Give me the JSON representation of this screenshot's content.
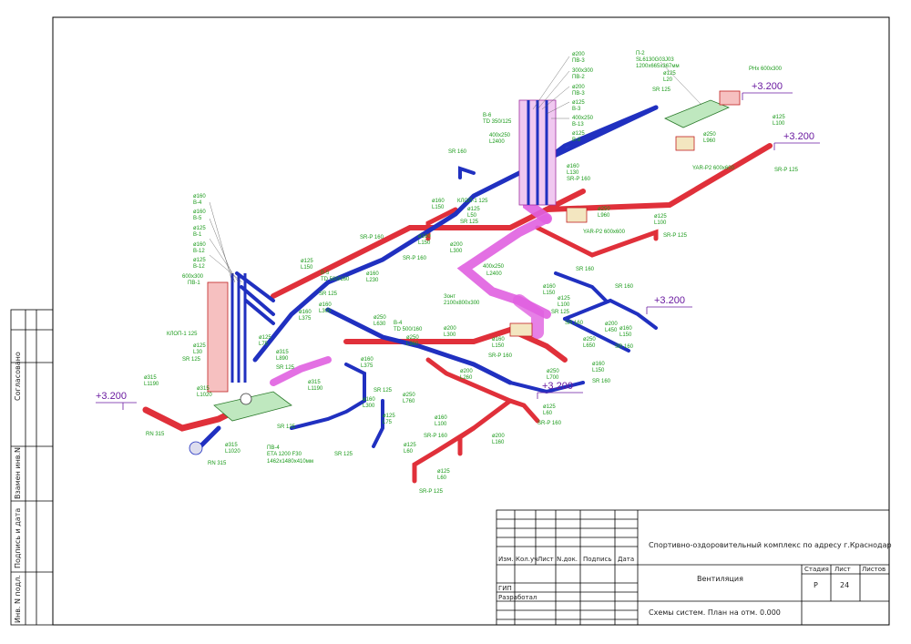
{
  "side_stamp": {
    "agreed": "Согласовано",
    "replace_inv": "Взамен инв.N",
    "sign_date": "Подпись и дата",
    "orig_inv": "Инв. N подл."
  },
  "title_block": {
    "project": "Спортивно-оздоровительный комплекс по адресу г.Краснодар",
    "sheet_name": "Вентиляция",
    "drawing": "Схемы систем. План на отм. 0.000",
    "headers": [
      "Изм.",
      "Кол.уч",
      "Лист",
      "N.док.",
      "Подпись",
      "Дата"
    ],
    "roles": [
      "ГИП",
      "Разработал"
    ],
    "stage_label": "Стадия",
    "sheet_label": "Лист",
    "sheets_label": "Листов",
    "stage": "Р",
    "sheet": "24",
    "sheets": ""
  },
  "elevations": [
    "+3.200",
    "+3.200",
    "+3.200",
    "+3.200",
    "+3.200"
  ],
  "labels": {
    "p2": "П-2",
    "p2_model": "SL6130G03J03",
    "p2_size": "1200x665x367мм",
    "rnx": "PHx 600x300",
    "v6": "B-6",
    "v6_td": "TD 350/125",
    "d200_top": "ø200",
    "pv3_top": "ПВ-3",
    "s300": "300x300",
    "pv2": "ПВ-2",
    "d200_b": "ø200",
    "pv3_b": "ПВ-3",
    "d125_b3": "ø125",
    "v3": "B-3",
    "s400_250": "400x250",
    "v13": "B-13",
    "d125_b8": "ø125",
    "v8": "B-8",
    "s400_l2400": "400x250",
    "l2400": "L2400",
    "d125_l20": "ø125",
    "l20": "L20",
    "sr125_top": "SR 125",
    "d250_l960": "ø250",
    "l960": "L960",
    "yar1": "YAR-P2 600x600",
    "d125_r": "ø125",
    "l100_r": "L100",
    "srp125_r": "SR-P 125",
    "sr160_a": "SR 160",
    "d160_l130": "ø160",
    "l130": "L130",
    "srp160_a": "SR-P 160",
    "klop1": "КЛОП-1 125",
    "d160_l150": "ø160",
    "l150": "L150",
    "d125_l50": "ø125",
    "l50": "L50",
    "sr125_b": "SR 125",
    "d250_l960b": "ø250",
    "l960b": "L960",
    "yar2": "YAR-P2 600x600",
    "d125_l100": "ø125",
    "l100": "L100",
    "srp125_b": "SR-P 125",
    "srp160_left": "SR-P 160",
    "d160_l150b": "ø160",
    "l150b": "L150",
    "d200_l300": "ø200",
    "l300": "L300",
    "srp160_c": "SR-P 160",
    "b4_d160": "ø160",
    "b4": "B-4",
    "b5_d160": "ø160",
    "b5": "B-5",
    "b1_d125": "ø125",
    "b1": "B-1",
    "b12_d160": "ø160",
    "b12": "B-12",
    "b12b_d125": "ø125",
    "b12b": "B-12",
    "pv1_s": "600x300",
    "pv1": "ПВ-1",
    "d125_l150c": "ø125",
    "l150c": "L150",
    "v5": "B-5",
    "v5_td": "TD 500/160",
    "d160_l230": "ø160",
    "l230": "L230",
    "sr125_c": "SR 125",
    "d160_l300": "ø160",
    "l300b": "L300",
    "d160_l375": "ø160",
    "l375": "L375",
    "s400_l2400b": "400x250",
    "l2400b": "L2400",
    "zont": "Зонт",
    "zont_s": "2100x800x300",
    "klop1b": "КЛОП-1 125",
    "d125_l30": "ø125",
    "l30": "L30",
    "sr125_d": "SR 125",
    "d125_l75": "ø125",
    "l75": "L75",
    "d315_l890": "ø315",
    "l890": "L890",
    "sr125_e": "SR 125",
    "d250_l630": "ø250",
    "l630": "L630",
    "v4": "B-4",
    "v4_td": "TD 500/160",
    "d250_l960c": "ø250",
    "l960c": "L960",
    "d200_l300b": "ø200",
    "l300c": "L300",
    "d160_l375b": "ø160",
    "l375b": "L375",
    "d315_l1190": "ø315",
    "l1190": "L1190",
    "d315_l1020": "ø315",
    "l1020": "L1020",
    "d315_l1190b": "ø315",
    "l1190b": "L1190",
    "sr125_f": "SR 125",
    "sr125_g": "SR 125",
    "d160_l300c": "ø160",
    "l300d": "L300",
    "d125_l75b": "ø125",
    "l75b": "L75",
    "d125_l60": "ø125",
    "l60": "L60",
    "sr125_h": "SR 125",
    "rn315_a": "RN 315",
    "rn315_b": "RN 315",
    "d315_l1020b": "ø315",
    "l1020b": "L1020",
    "pv4": "ПВ-4",
    "pv4_m": "ETA 1200 F30",
    "pv4_s": "1462x1480x410мм",
    "d250_l760": "ø250",
    "l760": "L760",
    "d200_l260": "ø200",
    "l260": "L260",
    "d160_l150d": "ø160",
    "l150d": "L150",
    "srp160_d": "SR-P 160",
    "d160_l100": "ø160",
    "l100b": "L100",
    "srp160_e": "SR-P 160",
    "d200_l160": "ø200",
    "l160": "L160",
    "d125_l60b": "ø125",
    "l60b": "L60",
    "srp125_c": "SR-P 125",
    "sr160_b": "SR 160",
    "d160_l150e": "ø160",
    "l150e": "L150",
    "sr160_c": "SR 160",
    "d125_l100c": "ø125",
    "l100c": "L100",
    "sr125_i": "SR 125",
    "d200_l450": "ø200",
    "l450": "L450",
    "d250_l650": "ø250",
    "l650": "L650",
    "d160_l150f": "ø160",
    "l150f": "L150",
    "sr160_d": "SR 160",
    "sr160_e": "SR 160",
    "d250_l700": "ø250",
    "l700": "L700",
    "srp160_f": "SR-P 160",
    "d160_l150g": "ø160",
    "l150g": "L150",
    "sr160_f": "SR 160",
    "d125_l60c": "ø125",
    "l60c": "L60"
  }
}
